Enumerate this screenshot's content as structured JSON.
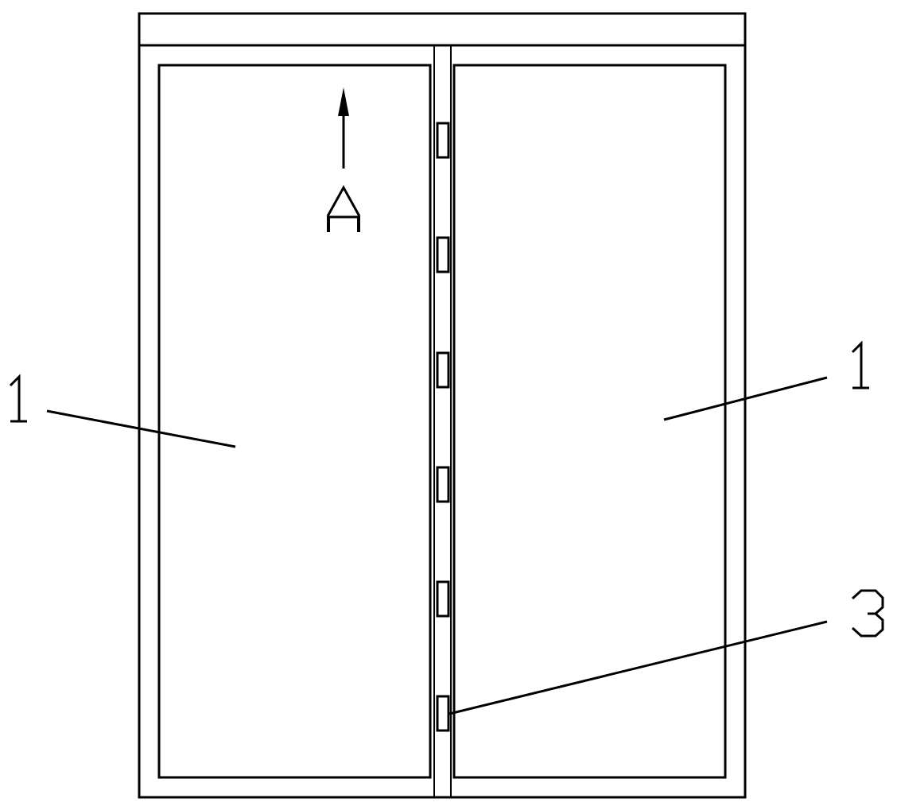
{
  "figure": {
    "type": "patent drawing",
    "subject": "double sliding door/window frame with hinge/lock elements on center mullion",
    "stroke_color": "#000000",
    "background_color": "#ffffff"
  },
  "labels": {
    "left_panel": "1",
    "right_panel": "1",
    "hardware": "3",
    "section_marker": "A"
  },
  "center_mullion": {
    "hardware_count": 6
  }
}
